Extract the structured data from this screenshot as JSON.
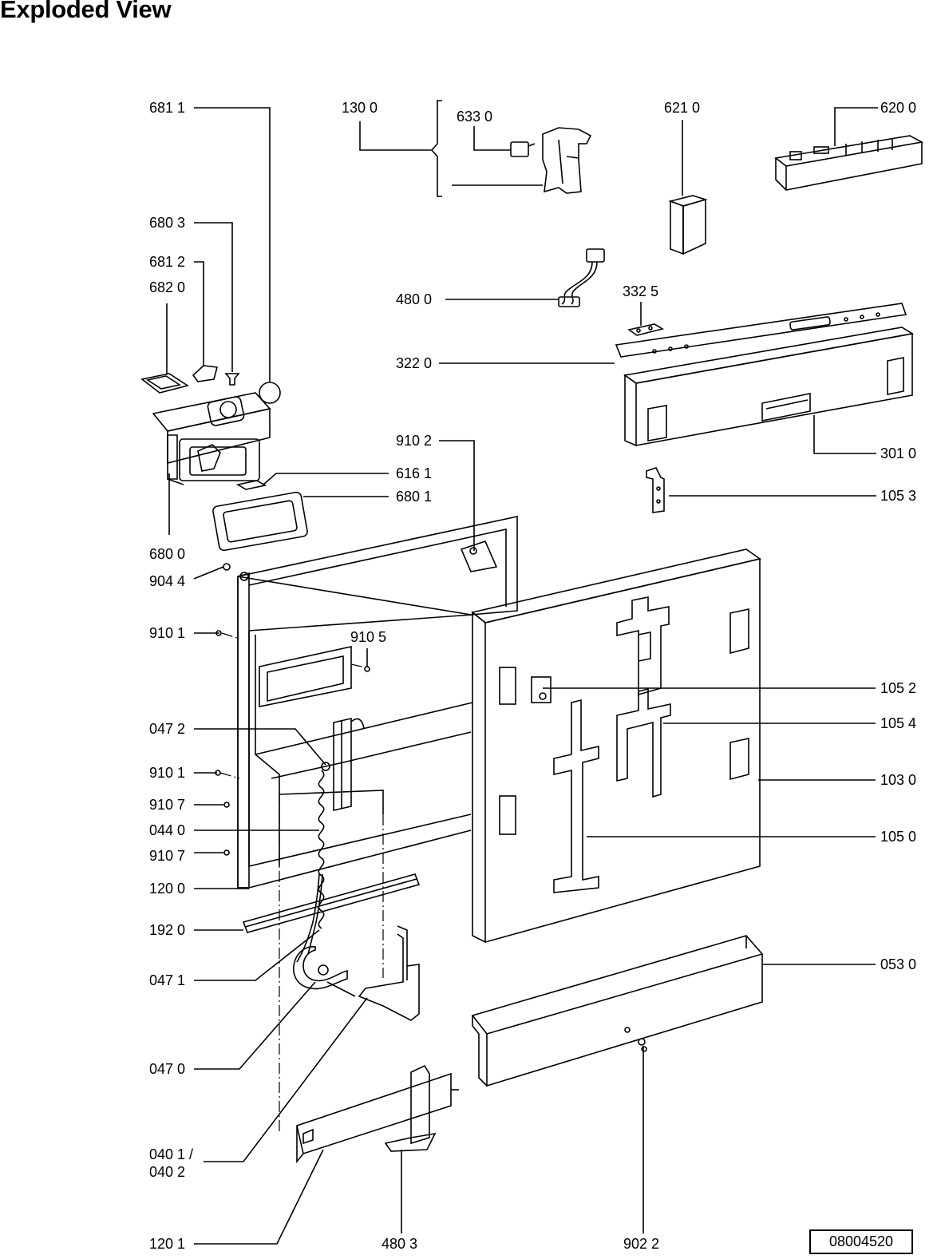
{
  "title": "Exploded View",
  "doc_number": "08004520",
  "labels": {
    "l6811": "681 1",
    "l6803": "680 3",
    "l6812": "681 2",
    "l6820": "682 0",
    "l6800": "680 0",
    "l6161": "616 1",
    "l6801": "680 1",
    "l1300": "130 0",
    "l6330": "633 0",
    "l6210": "621 0",
    "l6200": "620 0",
    "l4800": "480 0",
    "l3325": "332 5",
    "l3220": "322 0",
    "l3010": "301 0",
    "l1053": "105 3",
    "l9102": "910 2",
    "l9044": "904 4",
    "l9101a": "910 1",
    "l9105": "910 5",
    "l0472": "047 2",
    "l9101b": "910 1",
    "l9107a": "910 7",
    "l0440": "044 0",
    "l9107b": "910 7",
    "l1200": "120 0",
    "l1920": "192 0",
    "l0471": "047 1",
    "l0470": "047 0",
    "l0401": "040 1 /",
    "l0402": "040 2",
    "l1201": "120 1",
    "l4803": "480 3",
    "l9022": "902 2",
    "l1052": "105 2",
    "l1054": "105 4",
    "l1030": "103 0",
    "l1050": "105 0",
    "l0530": "053 0"
  }
}
